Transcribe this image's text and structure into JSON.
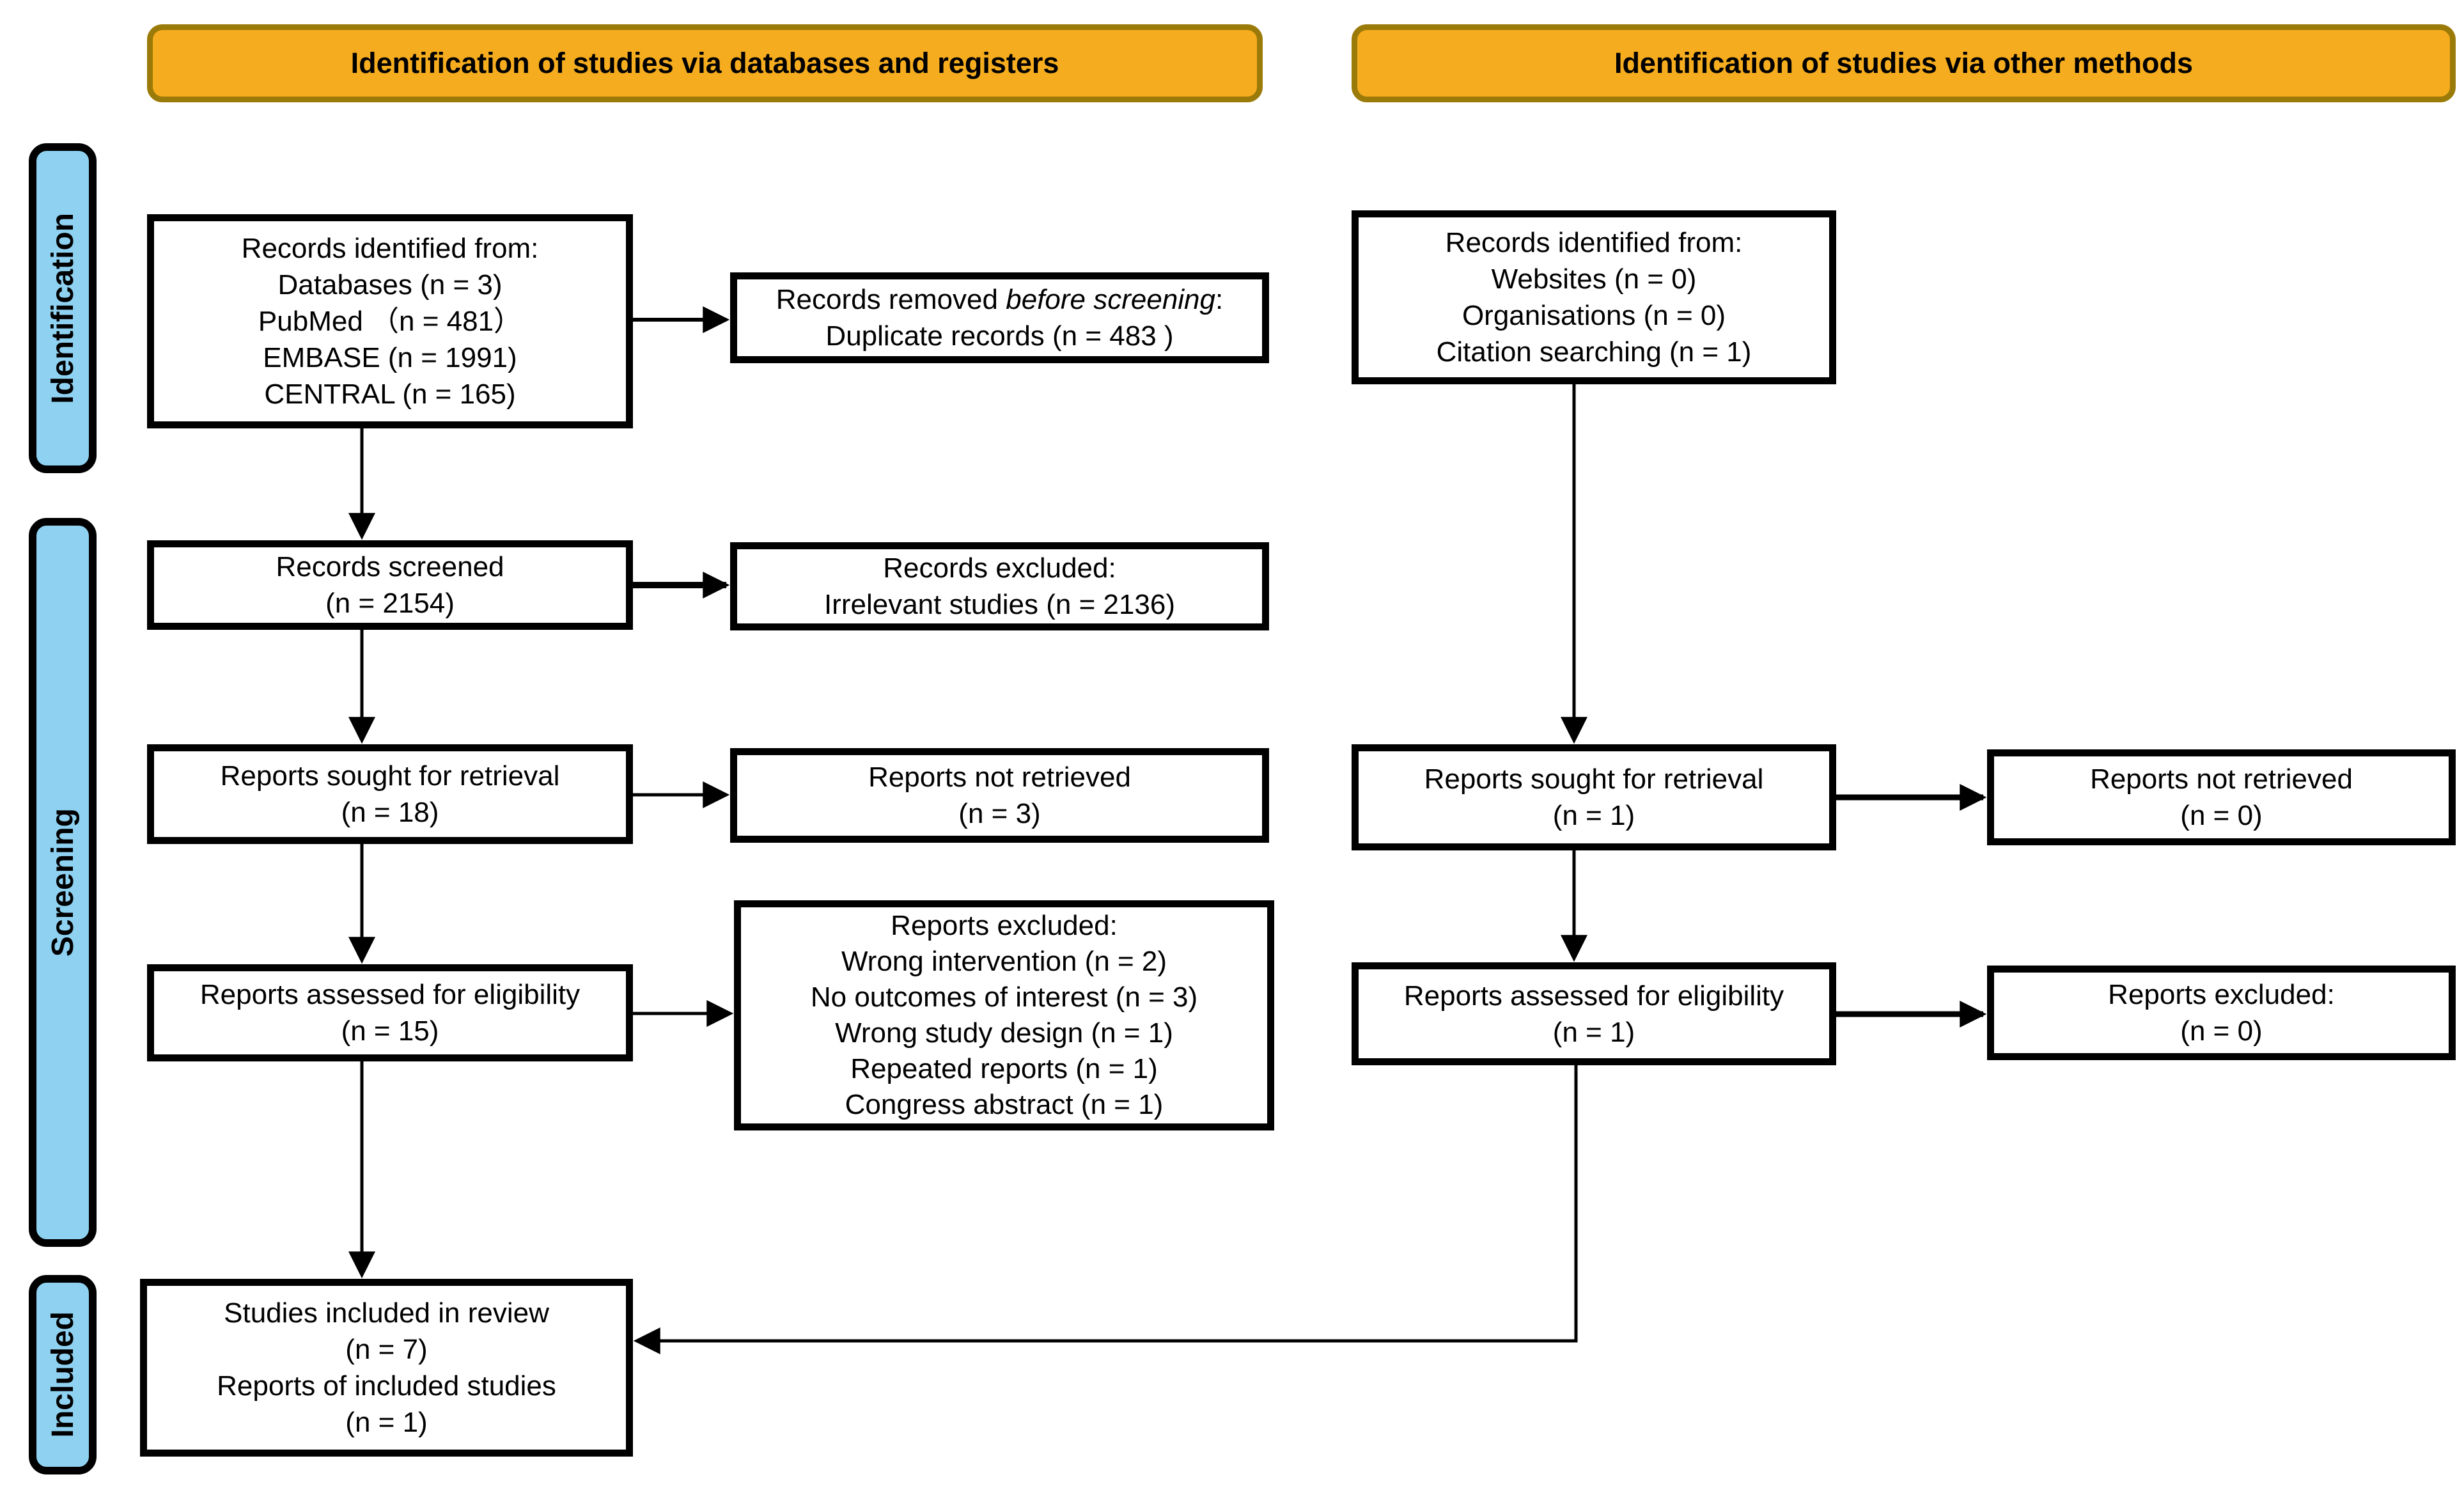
{
  "banners": {
    "left": "Identification of studies via databases and registers",
    "right": "Identification of studies via other methods"
  },
  "sidebar": {
    "identification": "Identification",
    "screening": "Screening",
    "included": "Included"
  },
  "boxes": {
    "db_identified": {
      "line1": "Records identified from:",
      "line2": "Databases (n = 3)",
      "line3": "PubMed （n = 481）",
      "line4": "EMBASE (n = 1991)",
      "line5": "CENTRAL (n = 165)"
    },
    "records_removed": {
      "prefix": "Records removed ",
      "italic": "before screening",
      "suffix": ":",
      "line2": "Duplicate records (n = 483 )"
    },
    "records_screened": {
      "line1": "Records screened",
      "line2": "(n = 2154)"
    },
    "records_excluded": {
      "line1": "Records excluded:",
      "line2": "Irrelevant studies (n = 2136)"
    },
    "reports_sought": {
      "line1": "Reports sought for retrieval",
      "line2": "(n = 18)"
    },
    "reports_not_retrieved": {
      "line1": "Reports not retrieved",
      "line2": "(n = 3)"
    },
    "reports_assessed": {
      "line1": "Reports assessed for eligibility",
      "line2": "(n = 15)"
    },
    "reports_excluded": {
      "line1": "Reports excluded:",
      "line2": "Wrong intervention (n = 2)",
      "line3": "No outcomes of interest (n = 3)",
      "line4": "Wrong study design (n = 1)",
      "line5": "Repeated reports (n = 1)",
      "line6": "Congress abstract (n = 1)"
    },
    "studies_included": {
      "line1": "Studies included in review",
      "line2": "(n = 7)",
      "line3": "Reports of included studies",
      "line4": "(n = 1)"
    },
    "other_identified": {
      "line1": "Records identified from:",
      "line2": "Websites (n = 0)",
      "line3": "Organisations (n = 0)",
      "line4": "Citation searching (n = 1)"
    },
    "other_sought": {
      "line1": "Reports sought for retrieval",
      "line2": "(n = 1)"
    },
    "other_not_retrieved": {
      "line1": "Reports not retrieved",
      "line2": "(n = 0)"
    },
    "other_assessed": {
      "line1": "Reports assessed for eligibility",
      "line2": "(n = 1)"
    },
    "other_excluded": {
      "line1": "Reports excluded:",
      "line2": "(n = 0)"
    }
  },
  "colors": {
    "banner_fill": "#F5AC1E",
    "banner_border": "#9A7A08",
    "sidebar_fill": "#8ED1F1",
    "line_color": "#000000"
  }
}
